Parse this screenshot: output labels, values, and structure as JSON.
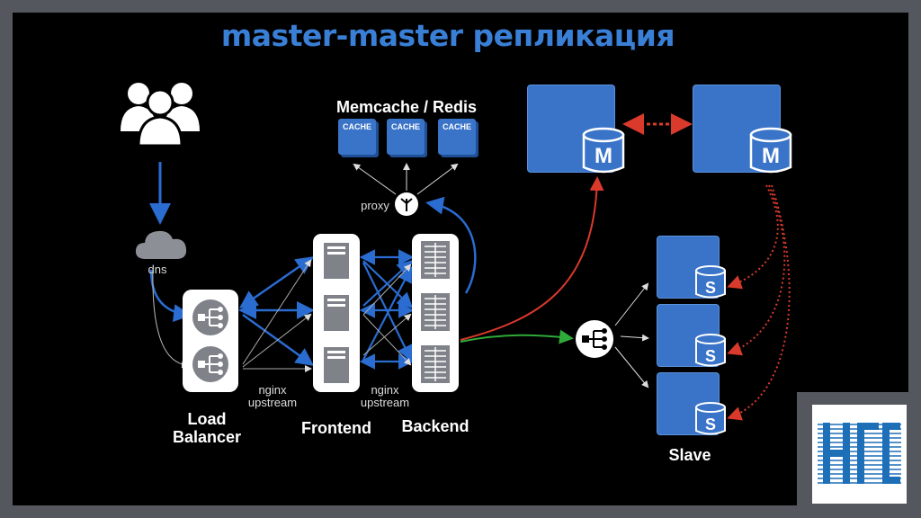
{
  "title": "master-master репликация",
  "labels": {
    "memcache": "Memcache / Redis",
    "cache": "CACHE",
    "proxy": "proxy",
    "dns": "dns",
    "load_balancer_1": "Load",
    "load_balancer_2": "Balancer",
    "frontend": "Frontend",
    "backend": "Backend",
    "nginx_left_1": "nginx",
    "nginx_left_2": "upstream",
    "nginx_right_1": "nginx",
    "nginx_right_2": "upstream",
    "master_badge": "M",
    "slave_badge": "S",
    "slave": "Slave",
    "logo": "НГС"
  },
  "colors": {
    "accent_blue": "#3a7fd6",
    "db_blue": "#3a74c8",
    "red": "#d93a2c",
    "green": "#2faa3a",
    "background": "#000000",
    "frame": "#54585e"
  },
  "icons": [
    "users-icon",
    "cloud-icon",
    "load-balancer-icon",
    "server-icon",
    "database-icon",
    "proxy-icon"
  ]
}
